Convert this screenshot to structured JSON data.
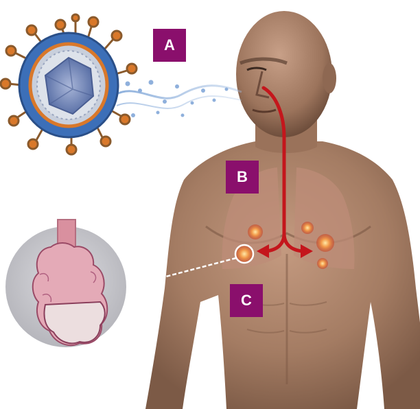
{
  "labels": {
    "a": "A",
    "b": "B",
    "c": "C"
  },
  "colors": {
    "label_background": "#8a0f6c",
    "airway_arrow": "#c4161c",
    "skin": "#a47c63",
    "lung": "#b98a75",
    "virus_envelope": "#3c6fb8",
    "virus_spike": "#d9782a",
    "virus_core": "#7a8fc0",
    "alveoli_pink": "#d99aaa",
    "inset_background": "#c4c4c8"
  },
  "icons": {
    "virus": "influenza-virion-icon",
    "airway": "nasal-airway-arrow-icon",
    "infection_spot": "lung-infection-spot-icon",
    "inset": "bronchiole-alveoli-icon"
  }
}
